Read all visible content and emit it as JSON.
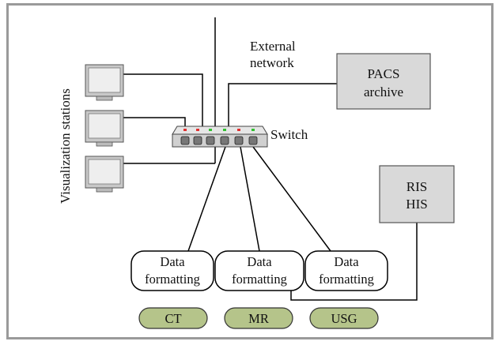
{
  "labels": {
    "external_network_line1": "External",
    "external_network_line2": "network",
    "pacs_line1": "PACS",
    "pacs_line2": "archive",
    "switch": "Switch",
    "ris_his_line1": "RIS",
    "ris_his_line2": "HIS",
    "visualization_stations": "Visualization stations"
  },
  "formatting_boxes": [
    {
      "line1": "Data",
      "line2": "formatting"
    },
    {
      "line1": "Data",
      "line2": "formatting"
    },
    {
      "line1": "Data",
      "line2": "formatting"
    }
  ],
  "modalities": [
    "CT",
    "MR",
    "USG"
  ],
  "colors": {
    "modality_fill": "#b5c48a",
    "box_fill": "#d9d9d9",
    "frame": "#9a9a9a",
    "port_red": "#e03030",
    "port_green": "#30c030"
  }
}
